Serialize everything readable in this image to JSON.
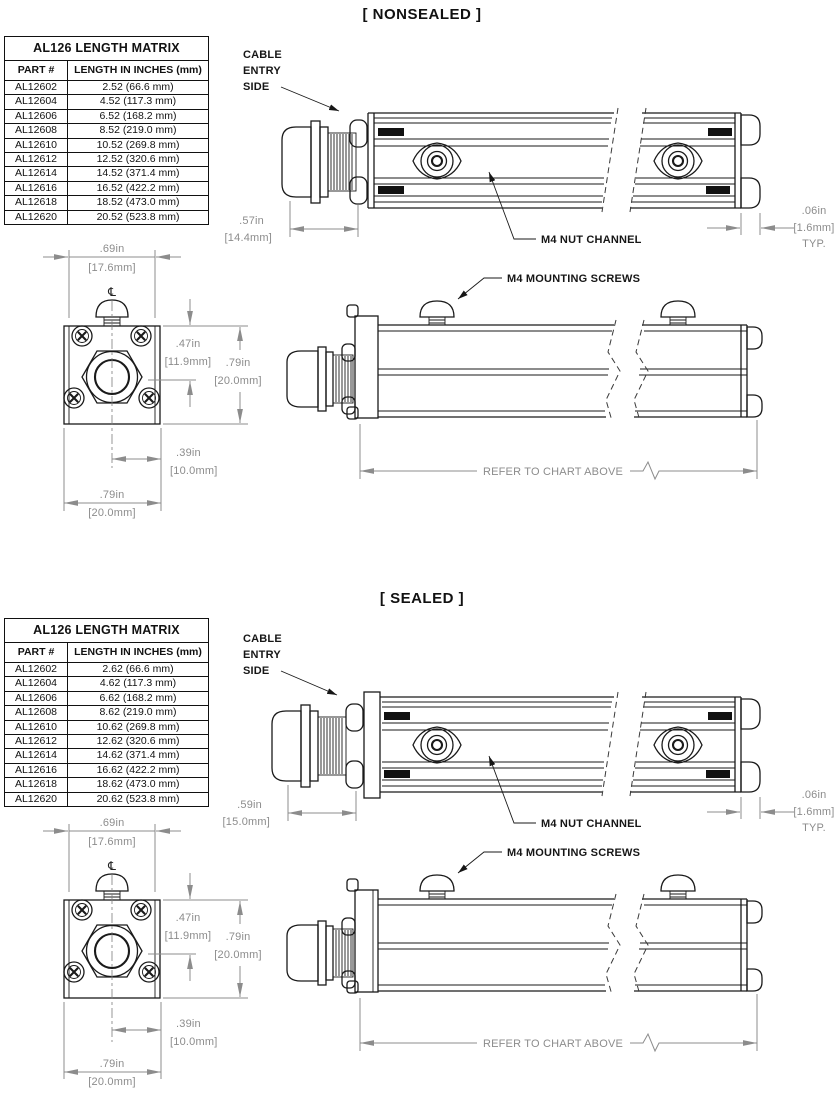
{
  "colors": {
    "line": "#1a1a1a",
    "dimension_gray": "#8c8c8c",
    "background": "#ffffff"
  },
  "nonsealed": {
    "title": "[ NONSEALED ]",
    "table": {
      "title": "AL126 LENGTH MATRIX",
      "col_part": "PART #",
      "col_length": "LENGTH IN INCHES (mm)",
      "rows": [
        {
          "part": "AL12602",
          "len": "2.52 (66.6 mm)"
        },
        {
          "part": "AL12604",
          "len": "4.52 (117.3 mm)"
        },
        {
          "part": "AL12606",
          "len": "6.52 (168.2 mm)"
        },
        {
          "part": "AL12608",
          "len": "8.52 (219.0 mm)"
        },
        {
          "part": "AL12610",
          "len": "10.52 (269.8 mm)"
        },
        {
          "part": "AL12612",
          "len": "12.52 (320.6 mm)"
        },
        {
          "part": "AL12614",
          "len": "14.52 (371.4 mm)"
        },
        {
          "part": "AL12616",
          "len": "16.52 (422.2 mm)"
        },
        {
          "part": "AL12618",
          "len": "18.52 (473.0 mm)"
        },
        {
          "part": "AL12620",
          "len": "20.52 (523.8 mm)"
        }
      ]
    },
    "labels": {
      "cable1": "CABLE",
      "cable2": "ENTRY",
      "cable3": "SIDE",
      "nut_channel": "M4 NUT CHANNEL",
      "mounting_screws": "M4 MOUNTING SCREWS",
      "refer": "REFER TO CHART ABOVE",
      "centerline": "℄"
    },
    "dims": {
      "gland_in": ".57in",
      "gland_mm": "[14.4mm]",
      "end_gap_in": ".06in",
      "end_gap_mm": "[1.6mm]",
      "end_gap_typ": "TYP.",
      "screw_span_in": ".69in",
      "screw_span_mm": "[17.6mm]",
      "center_height_in": ".47in",
      "center_height_mm": "[11.9mm]",
      "body_height_in": ".79in",
      "body_height_mm": "[20.0mm]",
      "center_offset_in": ".39in",
      "center_offset_mm": "[10.0mm]",
      "body_width_in": ".79in",
      "body_width_mm": "[20.0mm]"
    }
  },
  "sealed": {
    "title": "[ SEALED ]",
    "table": {
      "title": "AL126 LENGTH MATRIX",
      "col_part": "PART #",
      "col_length": "LENGTH IN INCHES (mm)",
      "rows": [
        {
          "part": "AL12602",
          "len": "2.62 (66.6 mm)"
        },
        {
          "part": "AL12604",
          "len": "4.62 (117.3 mm)"
        },
        {
          "part": "AL12606",
          "len": "6.62 (168.2 mm)"
        },
        {
          "part": "AL12608",
          "len": "8.62 (219.0 mm)"
        },
        {
          "part": "AL12610",
          "len": "10.62 (269.8 mm)"
        },
        {
          "part": "AL12612",
          "len": "12.62 (320.6 mm)"
        },
        {
          "part": "AL12614",
          "len": "14.62 (371.4 mm)"
        },
        {
          "part": "AL12616",
          "len": "16.62 (422.2 mm)"
        },
        {
          "part": "AL12618",
          "len": "18.62 (473.0 mm)"
        },
        {
          "part": "AL12620",
          "len": "20.62 (523.8 mm)"
        }
      ]
    },
    "labels": {
      "cable1": "CABLE",
      "cable2": "ENTRY",
      "cable3": "SIDE",
      "nut_channel": "M4 NUT CHANNEL",
      "mounting_screws": "M4 MOUNTING SCREWS",
      "refer": "REFER TO CHART ABOVE",
      "centerline": "℄"
    },
    "dims": {
      "gland_in": ".59in",
      "gland_mm": "[15.0mm]",
      "end_gap_in": ".06in",
      "end_gap_mm": "[1.6mm]",
      "end_gap_typ": "TYP.",
      "screw_span_in": ".69in",
      "screw_span_mm": "[17.6mm]",
      "center_height_in": ".47in",
      "center_height_mm": "[11.9mm]",
      "body_height_in": ".79in",
      "body_height_mm": "[20.0mm]",
      "center_offset_in": ".39in",
      "center_offset_mm": "[10.0mm]",
      "body_width_in": ".79in",
      "body_width_mm": "[20.0mm]"
    }
  }
}
